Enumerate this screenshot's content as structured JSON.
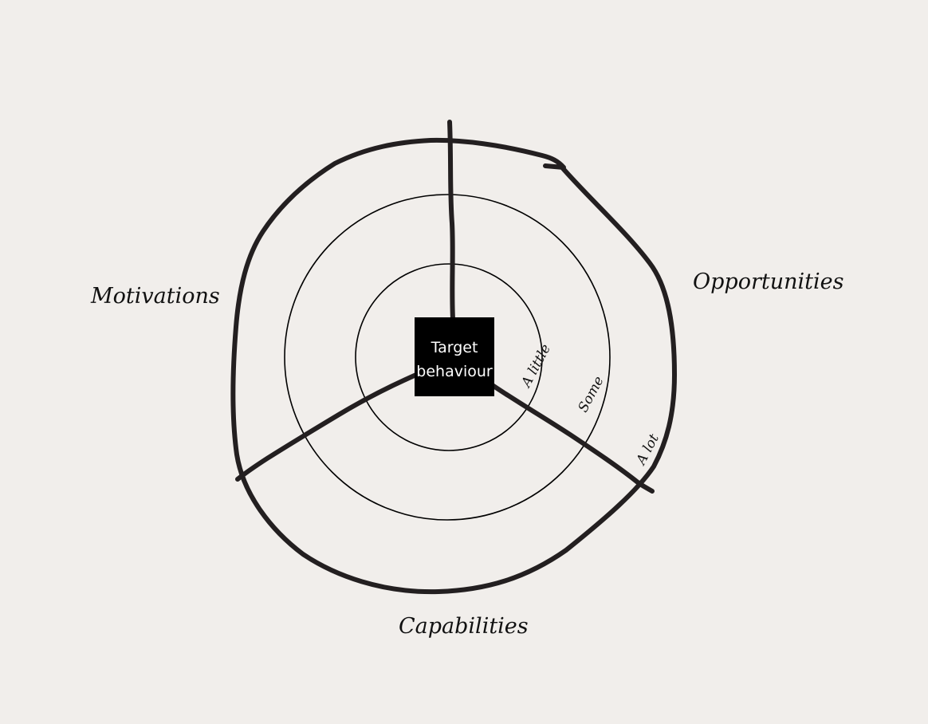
{
  "diagram": {
    "center": {
      "line1": "Target",
      "line2": "behaviour"
    },
    "sections": {
      "motivations": "Motivations",
      "opportunities": "Opportunities",
      "capabilities": "Capabilities"
    },
    "scale": {
      "inner": "A little",
      "middle": "Some",
      "outer": "A lot"
    },
    "colors": {
      "background": "#f1eeeb",
      "ink": "#231f20",
      "center_box": "#000000",
      "center_text": "#ffffff"
    }
  }
}
